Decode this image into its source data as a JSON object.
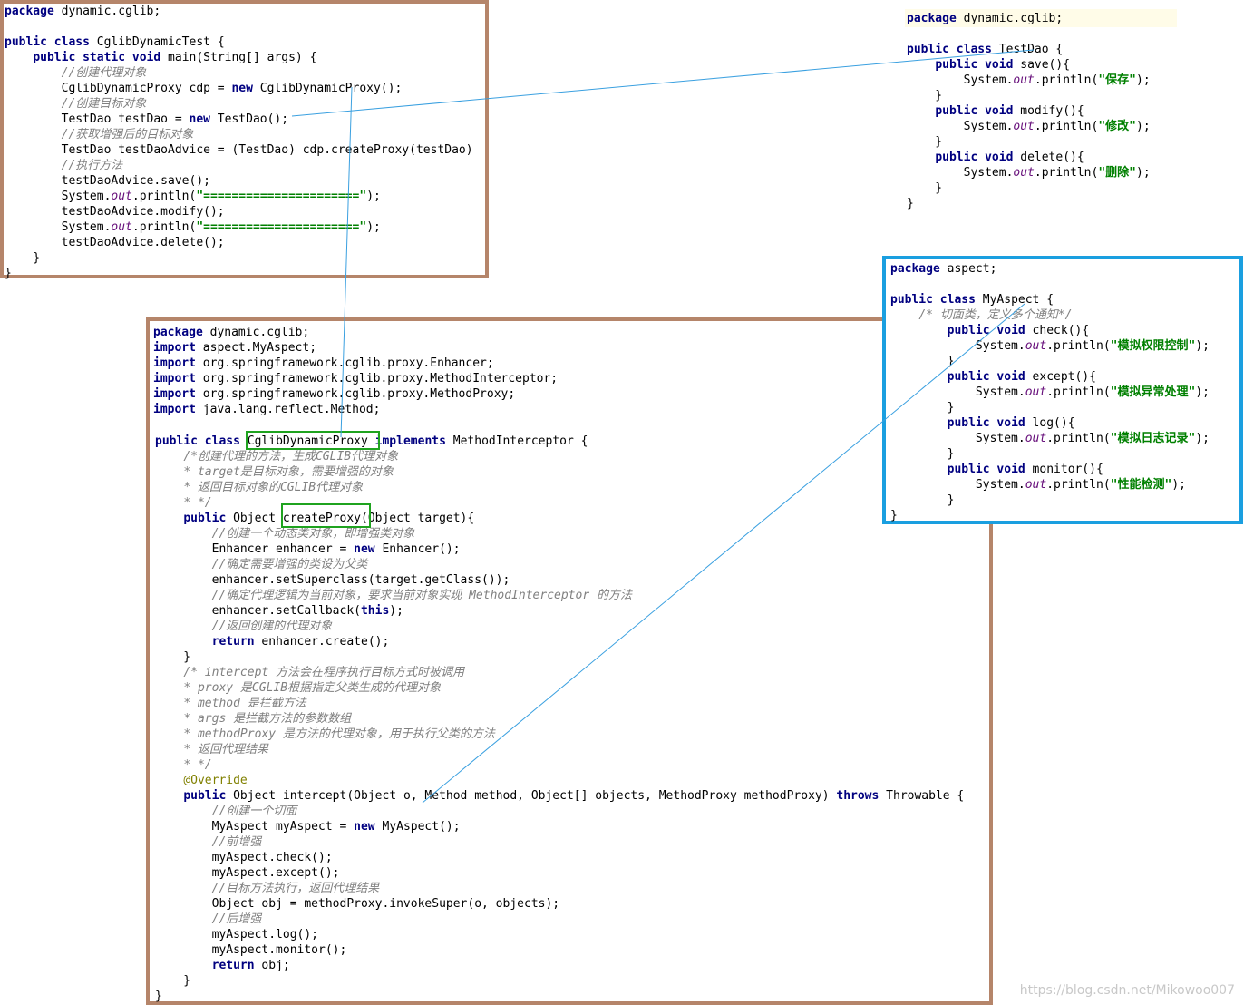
{
  "panel_test": {
    "lines": [
      [
        {
          "t": "package",
          "c": "kw"
        },
        {
          "t": " dynamic.cglib;"
        }
      ],
      [],
      [
        {
          "t": "public",
          "c": "kw"
        },
        {
          "t": " "
        },
        {
          "t": "class",
          "c": "kw"
        },
        {
          "t": " CglibDynamicTest {"
        }
      ],
      [
        {
          "t": "    "
        },
        {
          "t": "public",
          "c": "kw"
        },
        {
          "t": " "
        },
        {
          "t": "static",
          "c": "kw"
        },
        {
          "t": " "
        },
        {
          "t": "void",
          "c": "kw"
        },
        {
          "t": " main(String[] args) {"
        }
      ],
      [
        {
          "t": "        "
        },
        {
          "t": "//创建代理对象",
          "c": "cm"
        }
      ],
      [
        {
          "t": "        CglibDynamicProxy cdp = "
        },
        {
          "t": "new",
          "c": "kw"
        },
        {
          "t": " CglibDynamicProxy();"
        }
      ],
      [
        {
          "t": "        "
        },
        {
          "t": "//创建目标对象",
          "c": "cm"
        }
      ],
      [
        {
          "t": "        TestDao testDao = "
        },
        {
          "t": "new",
          "c": "kw"
        },
        {
          "t": " TestDao();"
        }
      ],
      [
        {
          "t": "        "
        },
        {
          "t": "//获取增强后的目标对象",
          "c": "cm"
        }
      ],
      [
        {
          "t": "        TestDao testDaoAdvice = (TestDao) cdp.createProxy(testDao)"
        }
      ],
      [
        {
          "t": "        "
        },
        {
          "t": "//执行方法",
          "c": "cm"
        }
      ],
      [
        {
          "t": "        testDaoAdvice.save();"
        }
      ],
      [
        {
          "t": "        System."
        },
        {
          "t": "out",
          "c": "fld"
        },
        {
          "t": ".println("
        },
        {
          "t": "\"======================\"",
          "c": "st"
        },
        {
          "t": ");"
        }
      ],
      [
        {
          "t": "        testDaoAdvice.modify();"
        }
      ],
      [
        {
          "t": "        System."
        },
        {
          "t": "out",
          "c": "fld"
        },
        {
          "t": ".println("
        },
        {
          "t": "\"======================\"",
          "c": "st"
        },
        {
          "t": ");"
        }
      ],
      [
        {
          "t": "        testDaoAdvice.delete();"
        }
      ],
      [
        {
          "t": "    }"
        }
      ],
      [
        {
          "t": "}"
        }
      ]
    ]
  },
  "panel_dao": {
    "lines": [
      [
        {
          "t": "package",
          "c": "kw"
        },
        {
          "t": " dynamic.cglib;"
        }
      ],
      [],
      [
        {
          "t": "public",
          "c": "kw"
        },
        {
          "t": " "
        },
        {
          "t": "class",
          "c": "kw"
        },
        {
          "t": " TestDao {"
        }
      ],
      [
        {
          "t": "    "
        },
        {
          "t": "public",
          "c": "kw"
        },
        {
          "t": " "
        },
        {
          "t": "void",
          "c": "kw"
        },
        {
          "t": " save(){"
        }
      ],
      [
        {
          "t": "        System."
        },
        {
          "t": "out",
          "c": "fld"
        },
        {
          "t": ".println("
        },
        {
          "t": "\"保存\"",
          "c": "st"
        },
        {
          "t": ");"
        }
      ],
      [
        {
          "t": "    }"
        }
      ],
      [
        {
          "t": "    "
        },
        {
          "t": "public",
          "c": "kw"
        },
        {
          "t": " "
        },
        {
          "t": "void",
          "c": "kw"
        },
        {
          "t": " modify(){"
        }
      ],
      [
        {
          "t": "        System."
        },
        {
          "t": "out",
          "c": "fld"
        },
        {
          "t": ".println("
        },
        {
          "t": "\"修改\"",
          "c": "st"
        },
        {
          "t": ");"
        }
      ],
      [
        {
          "t": "    }"
        }
      ],
      [
        {
          "t": "    "
        },
        {
          "t": "public",
          "c": "kw"
        },
        {
          "t": " "
        },
        {
          "t": "void",
          "c": "kw"
        },
        {
          "t": " delete(){"
        }
      ],
      [
        {
          "t": "        System."
        },
        {
          "t": "out",
          "c": "fld"
        },
        {
          "t": ".println("
        },
        {
          "t": "\"删除\"",
          "c": "st"
        },
        {
          "t": ");"
        }
      ],
      [
        {
          "t": "    }"
        }
      ],
      [
        {
          "t": "}"
        }
      ]
    ]
  },
  "panel_aspect": {
    "lines": [
      [
        {
          "t": "package",
          "c": "kw"
        },
        {
          "t": " aspect;"
        }
      ],
      [],
      [
        {
          "t": "public",
          "c": "kw"
        },
        {
          "t": " "
        },
        {
          "t": "class",
          "c": "kw"
        },
        {
          "t": " MyAspect {"
        }
      ],
      [
        {
          "t": "    "
        },
        {
          "t": "/* 切面类，定义多个通知*/",
          "c": "cm"
        }
      ],
      [
        {
          "t": "        "
        },
        {
          "t": "public",
          "c": "kw"
        },
        {
          "t": " "
        },
        {
          "t": "void",
          "c": "kw"
        },
        {
          "t": " check(){"
        }
      ],
      [
        {
          "t": "            System."
        },
        {
          "t": "out",
          "c": "fld"
        },
        {
          "t": ".println("
        },
        {
          "t": "\"模拟权限控制\"",
          "c": "st"
        },
        {
          "t": ");"
        }
      ],
      [
        {
          "t": "        }"
        }
      ],
      [
        {
          "t": "        "
        },
        {
          "t": "public",
          "c": "kw"
        },
        {
          "t": " "
        },
        {
          "t": "void",
          "c": "kw"
        },
        {
          "t": " except(){"
        }
      ],
      [
        {
          "t": "            System."
        },
        {
          "t": "out",
          "c": "fld"
        },
        {
          "t": ".println("
        },
        {
          "t": "\"模拟异常处理\"",
          "c": "st"
        },
        {
          "t": ");"
        }
      ],
      [
        {
          "t": "        }"
        }
      ],
      [
        {
          "t": "        "
        },
        {
          "t": "public",
          "c": "kw"
        },
        {
          "t": " "
        },
        {
          "t": "void",
          "c": "kw"
        },
        {
          "t": " log(){"
        }
      ],
      [
        {
          "t": "            System."
        },
        {
          "t": "out",
          "c": "fld"
        },
        {
          "t": ".println("
        },
        {
          "t": "\"模拟日志记录\"",
          "c": "st"
        },
        {
          "t": ");"
        }
      ],
      [
        {
          "t": "        }"
        }
      ],
      [
        {
          "t": "        "
        },
        {
          "t": "public",
          "c": "kw"
        },
        {
          "t": " "
        },
        {
          "t": "void",
          "c": "kw"
        },
        {
          "t": " monitor(){"
        }
      ],
      [
        {
          "t": "            System."
        },
        {
          "t": "out",
          "c": "fld"
        },
        {
          "t": ".println("
        },
        {
          "t": "\"性能检测\"",
          "c": "st"
        },
        {
          "t": ");"
        }
      ],
      [
        {
          "t": "        }"
        }
      ],
      [
        {
          "t": "}"
        }
      ]
    ]
  },
  "panel_proxy_imports": {
    "lines": [
      [
        {
          "t": "package",
          "c": "kw"
        },
        {
          "t": " dynamic.cglib;"
        }
      ],
      [
        {
          "t": "import",
          "c": "kw"
        },
        {
          "t": " aspect.MyAspect;"
        }
      ],
      [
        {
          "t": "import",
          "c": "kw"
        },
        {
          "t": " org.springframework.cglib.proxy.Enhancer;"
        }
      ],
      [
        {
          "t": "import",
          "c": "kw"
        },
        {
          "t": " org.springframework.cglib.proxy.MethodInterceptor;"
        }
      ],
      [
        {
          "t": "import",
          "c": "kw"
        },
        {
          "t": " org.springframework.cglib.proxy.MethodProxy;"
        }
      ],
      [
        {
          "t": "import",
          "c": "kw"
        },
        {
          "t": " java.lang.reflect.Method;"
        }
      ]
    ]
  },
  "panel_proxy": {
    "lines": [
      [
        {
          "t": "public",
          "c": "kw"
        },
        {
          "t": " "
        },
        {
          "t": "class",
          "c": "kw"
        },
        {
          "t": " CglibDynamicProxy "
        },
        {
          "t": "implements",
          "c": "kw"
        },
        {
          "t": " MethodInterceptor {"
        }
      ],
      [
        {
          "t": "    "
        },
        {
          "t": "/*创建代理的方法，生成CGLIB代理对象",
          "c": "cm"
        }
      ],
      [
        {
          "t": "    "
        },
        {
          "t": "* target是目标对象，需要增强的对象",
          "c": "cm"
        }
      ],
      [
        {
          "t": "    "
        },
        {
          "t": "* 返回目标对象的CGLIB代理对象",
          "c": "cm"
        }
      ],
      [
        {
          "t": "    "
        },
        {
          "t": "* */",
          "c": "cm"
        }
      ],
      [
        {
          "t": "    "
        },
        {
          "t": "public",
          "c": "kw"
        },
        {
          "t": " Object createProxy(Object target){"
        }
      ],
      [
        {
          "t": "        "
        },
        {
          "t": "//创建一个动态类对象，即增强类对象",
          "c": "cm"
        }
      ],
      [
        {
          "t": "        Enhancer enhancer = "
        },
        {
          "t": "new",
          "c": "kw"
        },
        {
          "t": " Enhancer();"
        }
      ],
      [
        {
          "t": "        "
        },
        {
          "t": "//确定需要增强的类设为父类",
          "c": "cm"
        }
      ],
      [
        {
          "t": "        enhancer.setSuperclass(target.getClass());"
        }
      ],
      [
        {
          "t": "        "
        },
        {
          "t": "//确定代理逻辑为当前对象，要求当前对象实现 MethodInterceptor 的方法",
          "c": "cm"
        }
      ],
      [
        {
          "t": "        enhancer.setCallback("
        },
        {
          "t": "this",
          "c": "kw"
        },
        {
          "t": ");"
        }
      ],
      [
        {
          "t": "        "
        },
        {
          "t": "//返回创建的代理对象",
          "c": "cm"
        }
      ],
      [
        {
          "t": "        "
        },
        {
          "t": "return",
          "c": "kw"
        },
        {
          "t": " enhancer.create();"
        }
      ],
      [
        {
          "t": "    }"
        }
      ],
      [
        {
          "t": "    "
        },
        {
          "t": "/* intercept 方法会在程序执行目标方式时被调用",
          "c": "cm"
        }
      ],
      [
        {
          "t": "    "
        },
        {
          "t": "* proxy 是CGLIB根据指定父类生成的代理对象",
          "c": "cm"
        }
      ],
      [
        {
          "t": "    "
        },
        {
          "t": "* method 是拦截方法",
          "c": "cm"
        }
      ],
      [
        {
          "t": "    "
        },
        {
          "t": "* args 是拦截方法的参数数组",
          "c": "cm"
        }
      ],
      [
        {
          "t": "    "
        },
        {
          "t": "* methodProxy 是方法的代理对象，用于执行父类的方法",
          "c": "cm"
        }
      ],
      [
        {
          "t": "    "
        },
        {
          "t": "* 返回代理结果",
          "c": "cm"
        }
      ],
      [
        {
          "t": "    "
        },
        {
          "t": "* */",
          "c": "cm"
        }
      ],
      [
        {
          "t": "    "
        },
        {
          "t": "@Override",
          "c": "ann"
        }
      ],
      [
        {
          "t": "    "
        },
        {
          "t": "public",
          "c": "kw"
        },
        {
          "t": " Object intercept(Object o, Method method, Object[] objects, MethodProxy methodProxy) "
        },
        {
          "t": "throws",
          "c": "kw"
        },
        {
          "t": " Throwable {"
        }
      ],
      [
        {
          "t": "        "
        },
        {
          "t": "//创建一个切面",
          "c": "cm"
        }
      ],
      [
        {
          "t": "        MyAspect myAspect = "
        },
        {
          "t": "new",
          "c": "kw"
        },
        {
          "t": " MyAspect();"
        }
      ],
      [
        {
          "t": "        "
        },
        {
          "t": "//前增强",
          "c": "cm"
        }
      ],
      [
        {
          "t": "        myAspect.check();"
        }
      ],
      [
        {
          "t": "        myAspect.except();"
        }
      ],
      [
        {
          "t": "        "
        },
        {
          "t": "//目标方法执行，返回代理结果",
          "c": "cm"
        }
      ],
      [
        {
          "t": "        Object obj = methodProxy.invokeSuper(o, objects);"
        }
      ],
      [
        {
          "t": "        "
        },
        {
          "t": "//后增强",
          "c": "cm"
        }
      ],
      [
        {
          "t": "        myAspect.log();"
        }
      ],
      [
        {
          "t": "        myAspect.monitor();"
        }
      ],
      [
        {
          "t": "        "
        },
        {
          "t": "return",
          "c": "kw"
        },
        {
          "t": " obj;"
        }
      ],
      [
        {
          "t": "    }"
        }
      ],
      [
        {
          "t": "}"
        }
      ]
    ]
  },
  "colors": {
    "brown_border": "#b5856a",
    "blue_border": "#1a9fe0",
    "green_highlight": "#1fa31f",
    "connector": "#3aa0e0"
  },
  "watermark": "https://blog.csdn.net/Mikowoo007"
}
